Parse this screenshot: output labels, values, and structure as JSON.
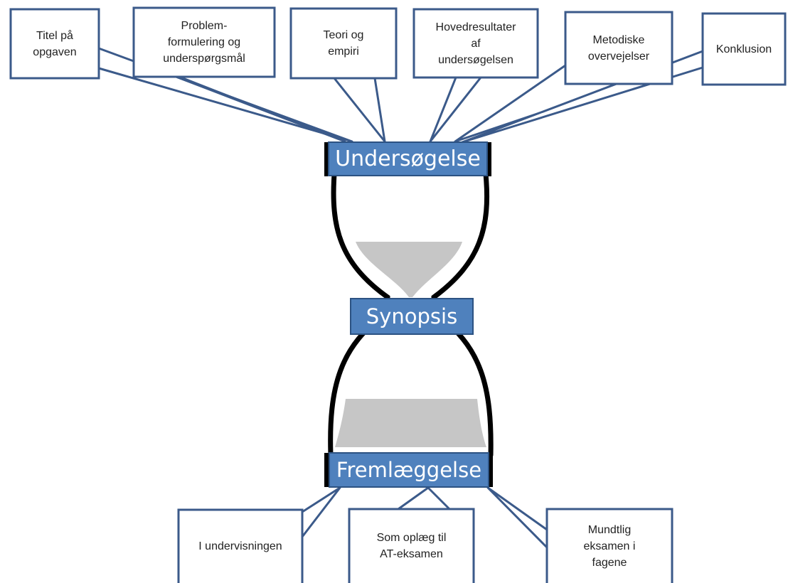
{
  "colors": {
    "callout_border": "#3b5a8a",
    "band_fill": "#4f81bd",
    "band_border": "#2c5282",
    "hourglass_outline": "#000000",
    "sand": "#c6c6c6",
    "text": "#222222"
  },
  "top_callouts": [
    {
      "text": "Titel på\nopgaven"
    },
    {
      "text": "Problem-\nformulering og\nunderspørgsmål"
    },
    {
      "text": "Teori og\nempiri"
    },
    {
      "text": "Hovedresultater\naf\nundersøgelsen"
    },
    {
      "text": "Metodiske\novervejelser"
    },
    {
      "text": "Konklusion"
    }
  ],
  "bands": {
    "top": "Undersøgelse",
    "middle": "Synopsis",
    "bottom": "Fremlæggelse"
  },
  "bottom_callouts": [
    {
      "text": "I undervisningen"
    },
    {
      "text": "Som oplæg til\nAT-eksamen"
    },
    {
      "text": "Mundtlig\neksamen i\nfagene"
    }
  ]
}
